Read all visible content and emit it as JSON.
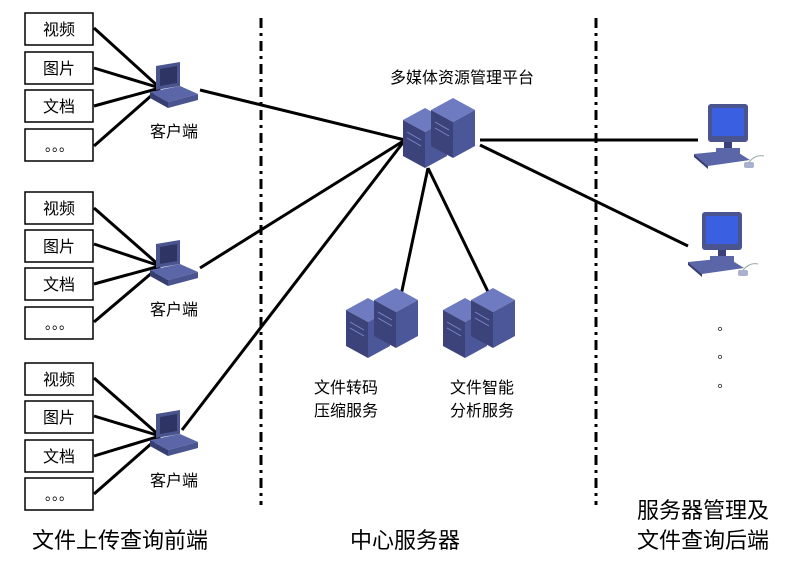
{
  "file_boxes": [
    "视频",
    "图片",
    "文档",
    "。。。"
  ],
  "client_label": "客户端",
  "platform_label": "多媒体资源管理平台",
  "transcode_label": [
    "文件转码",
    "压缩服务"
  ],
  "analysis_label": [
    "文件智能",
    "分析服务"
  ],
  "ellipsis_dot": "。",
  "sections": {
    "left": "文件上传查询前端",
    "center": "中心服务器",
    "right_line1": "服务器管理及",
    "right_line2": "文件查询后端"
  },
  "colors": {
    "device": "#4a5590",
    "device_dark": "#2e3564",
    "screen": "#3a5fe0"
  }
}
